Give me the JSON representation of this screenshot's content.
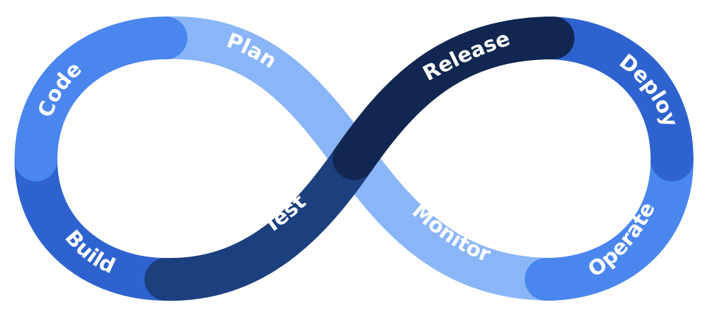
{
  "diagram": {
    "stages": [
      {
        "id": "plan",
        "label": "Plan",
        "color": "#8ab6f8"
      },
      {
        "id": "code",
        "label": "Code",
        "color": "#4a86ee"
      },
      {
        "id": "build",
        "label": "Build",
        "color": "#2e63cf"
      },
      {
        "id": "test",
        "label": "Test",
        "color": "#1c3f7e"
      },
      {
        "id": "release",
        "label": "Release",
        "color": "#112751"
      },
      {
        "id": "deploy",
        "label": "Deploy",
        "color": "#2e63cf"
      },
      {
        "id": "operate",
        "label": "Operate",
        "color": "#4a86ee"
      },
      {
        "id": "monitor",
        "label": "Monitor",
        "color": "#8ab6f8"
      }
    ]
  }
}
